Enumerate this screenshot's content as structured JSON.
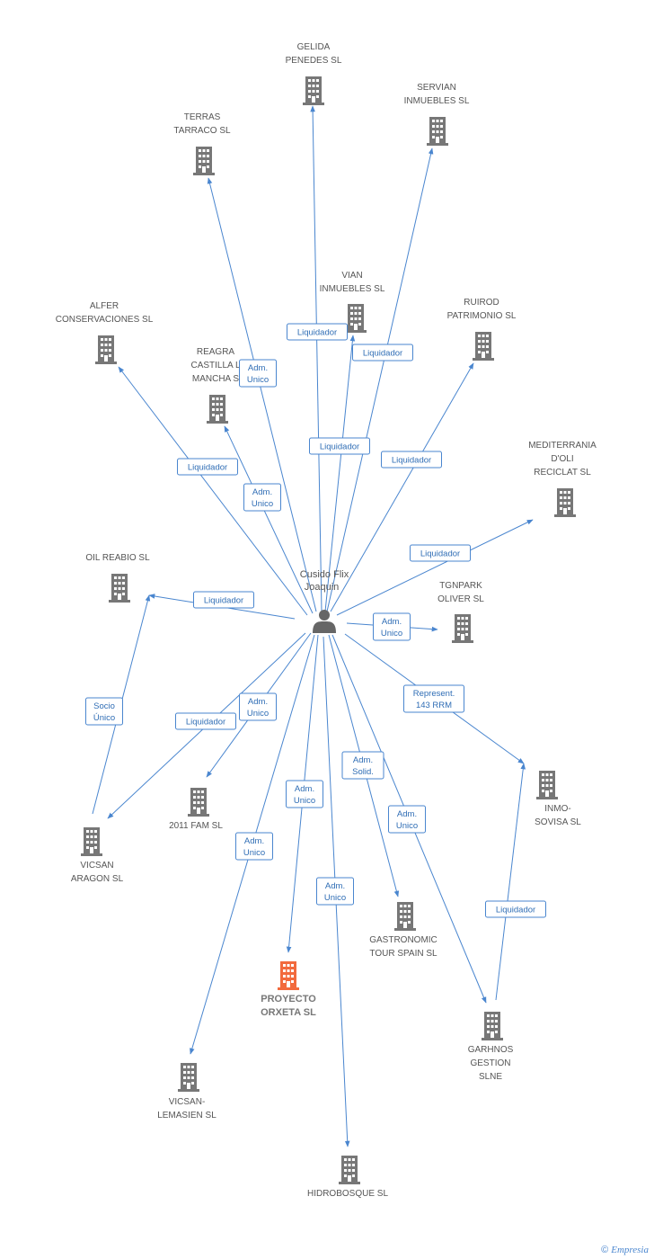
{
  "center": {
    "name_lines": [
      "Cusido Flix",
      "Joaquin"
    ],
    "icon": "person-icon"
  },
  "colors": {
    "edge": "#4a86cf",
    "building": "#777777",
    "highlight_building": "#f26a3d"
  },
  "nodes": [
    {
      "id": "gelida",
      "lines": [
        "GELIDA",
        "PENEDES SL"
      ],
      "icon": "building-icon"
    },
    {
      "id": "servian",
      "lines": [
        "SERVIAN",
        "INMUEBLES SL"
      ],
      "icon": "building-icon"
    },
    {
      "id": "terras",
      "lines": [
        "TERRAS",
        "TARRACO SL"
      ],
      "icon": "building-icon"
    },
    {
      "id": "vian",
      "lines": [
        "VIAN",
        "INMUEBLES SL"
      ],
      "icon": "building-icon"
    },
    {
      "id": "ruirod",
      "lines": [
        "RUIROD",
        "PATRIMONIO SL"
      ],
      "icon": "building-icon"
    },
    {
      "id": "alfer",
      "lines": [
        "ALFER",
        "CONSERVACIONES SL"
      ],
      "icon": "building-icon"
    },
    {
      "id": "reagra",
      "lines": [
        "REAGRA",
        "CASTILLA L",
        "MANCHA S"
      ],
      "icon": "building-icon"
    },
    {
      "id": "mediterrania",
      "lines": [
        "MEDITERRANIA",
        "D'OLI",
        "RECICLAT SL"
      ],
      "icon": "building-icon"
    },
    {
      "id": "oilreabio",
      "lines": [
        "OIL REABIO SL"
      ],
      "icon": "building-icon"
    },
    {
      "id": "tgnpark",
      "lines": [
        "TGNPARK",
        "OLIVER  SL"
      ],
      "icon": "building-icon"
    },
    {
      "id": "inmosovisa",
      "lines": [
        "INMO-",
        "SOVISA SL"
      ],
      "icon": "building-icon"
    },
    {
      "id": "fam2011",
      "lines": [
        "2011 FAM SL"
      ],
      "icon": "building-icon"
    },
    {
      "id": "vicsanaragon",
      "lines": [
        "VICSAN",
        "ARAGON SL"
      ],
      "icon": "building-icon"
    },
    {
      "id": "gastronomic",
      "lines": [
        "GASTRONOMIC",
        "TOUR SPAIN SL"
      ],
      "icon": "building-icon"
    },
    {
      "id": "proyecto",
      "lines": [
        "PROYECTO",
        "ORXETA SL"
      ],
      "icon": "building-icon",
      "highlight": true
    },
    {
      "id": "garhnos",
      "lines": [
        "GARHNOS",
        "GESTION",
        "SLNE"
      ],
      "icon": "building-icon"
    },
    {
      "id": "vicsanlemasien",
      "lines": [
        "VICSAN-",
        "LEMASIEN SL"
      ],
      "icon": "building-icon"
    },
    {
      "id": "hidrobosque",
      "lines": [
        "HIDROBOSQUE SL"
      ],
      "icon": "building-icon"
    }
  ],
  "edges": [
    {
      "from": "center",
      "to": "gelida",
      "label": [
        "Liquidador"
      ]
    },
    {
      "from": "center",
      "to": "servian",
      "label": [
        "Liquidador"
      ]
    },
    {
      "from": "center",
      "to": "terras",
      "label": [
        "Adm.",
        "Unico"
      ]
    },
    {
      "from": "center",
      "to": "vian",
      "label": [
        "Liquidador"
      ]
    },
    {
      "from": "center",
      "to": "ruirod",
      "label": [
        "Liquidador"
      ]
    },
    {
      "from": "center",
      "to": "alfer",
      "label": [
        "Liquidador"
      ]
    },
    {
      "from": "center",
      "to": "reagra",
      "label": [
        "Adm.",
        "Unico"
      ]
    },
    {
      "from": "center",
      "to": "mediterrania",
      "label": [
        "Liquidador"
      ]
    },
    {
      "from": "center",
      "to": "oilreabio",
      "label": [
        "Liquidador"
      ]
    },
    {
      "from": "center",
      "to": "tgnpark",
      "label": [
        "Adm.",
        "Unico"
      ]
    },
    {
      "from": "center",
      "to": "inmosovisa",
      "label": [
        "Represent.",
        "143 RRM"
      ]
    },
    {
      "from": "center",
      "to": "fam2011",
      "label": [
        "Adm.",
        "Unico"
      ]
    },
    {
      "from": "center",
      "to": "vicsanaragon",
      "label": [
        "Liquidador"
      ]
    },
    {
      "from": "center",
      "to": "gastronomic",
      "label": [
        "Adm.",
        "Solid."
      ]
    },
    {
      "from": "center",
      "to": "proyecto",
      "label": [
        "Adm.",
        "Unico"
      ]
    },
    {
      "from": "center",
      "to": "garhnos",
      "label": [
        "Adm.",
        "Unico"
      ]
    },
    {
      "from": "center",
      "to": "vicsanlemasien",
      "label": [
        "Adm.",
        "Unico"
      ]
    },
    {
      "from": "center",
      "to": "hidrobosque",
      "label": [
        "Adm.",
        "Unico"
      ]
    },
    {
      "from": "vicsanaragon",
      "to": "oilreabio",
      "label": [
        "Socio",
        "Único"
      ]
    },
    {
      "from": "garhnos",
      "to": "inmosovisa",
      "label": [
        "Liquidador"
      ]
    }
  ],
  "footer": {
    "copyright": "©",
    "brand": "Empresia"
  }
}
